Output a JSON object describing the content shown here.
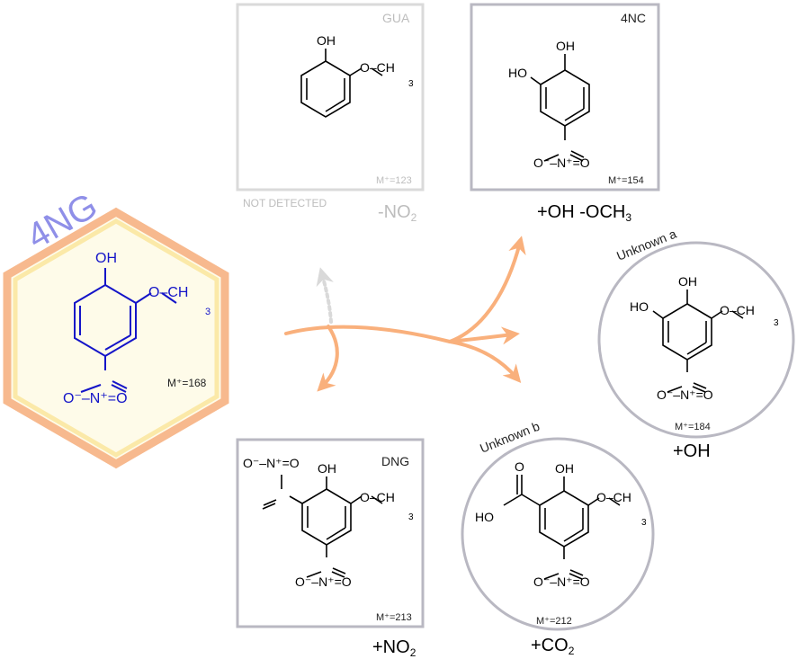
{
  "colors": {
    "arrow": "#f9b07c",
    "arrow_faded": "#d9d9d9",
    "box_border": "#b9b8c2",
    "faded_border": "#dadada",
    "faded_text": "#bdbdbd",
    "hex_outer": "#f7b98e",
    "hex_inner": "#fbe9a8",
    "parent_title": "#8f8fe8",
    "parent_structure": "#1414c8",
    "structure": "#000000"
  },
  "parent": {
    "name": "4NG",
    "mass": "M⁺=168",
    "oh": "OH",
    "och3": "O–CH",
    "sub3": "3",
    "no2": "O⁻–N⁺=O"
  },
  "products": {
    "gua": {
      "name": "GUA",
      "mass": "M⁺=123",
      "status": "NOT DETECTED",
      "change": "-NO",
      "change_sub": "2",
      "oh": "OH",
      "och3": "O–CH",
      "sub3": "3"
    },
    "nc4": {
      "name": "4NC",
      "mass": "M⁺=154",
      "change": "+OH  -OCH",
      "change_sub": "3",
      "oh": "OH",
      "ho": "HO",
      "no2": "O⁻–N⁺=O"
    },
    "unknown_a": {
      "name": "Unknown a",
      "mass": "M⁺=184",
      "change": "+OH",
      "oh": "OH",
      "ho": "HO",
      "och3": "O–CH",
      "sub3": "3",
      "no2": "O⁻–N⁺=O"
    },
    "unknown_b": {
      "name": "Unknown b",
      "mass": "M⁺=212",
      "change": "+CO",
      "change_sub": "2",
      "oh": "OH",
      "ho": "HO",
      "carbonyl_o": "O",
      "och3": "O–CH",
      "sub3": "3",
      "no2": "O⁻–N⁺=O"
    },
    "dng": {
      "name": "DNG",
      "mass": "M⁺=213",
      "change": "+NO",
      "change_sub": "2",
      "oh": "OH",
      "och3": "O–CH",
      "sub3": "3",
      "no2_top": "O⁻–N⁺=O",
      "no2_bottom": "O⁻–N⁺=O"
    }
  }
}
